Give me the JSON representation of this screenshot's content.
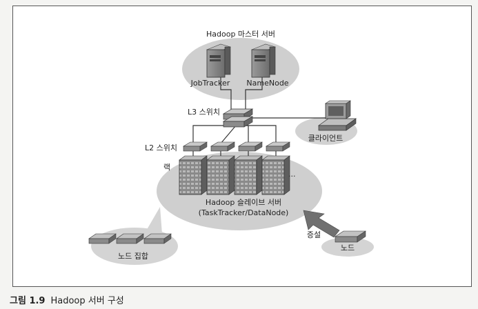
{
  "diagram": {
    "master_label": "Hadoop 마스터 서버",
    "jobtracker_label": "JobTracker",
    "namenode_label": "NameNode",
    "l3_label": "L3 스위치",
    "client_label": "클라이언트",
    "l2_label": "L2 스위치",
    "rack_label": "랙",
    "ellipsis": "...",
    "slave_label_line1": "Hadoop 슬레이브 서버",
    "slave_label_line2": "(TaskTracker/DataNode)",
    "node_set_label": "노드 집합",
    "scale_label": "증설",
    "node_label": "노드"
  },
  "caption": {
    "number": "그림 1.9",
    "title": "Hadoop 서버 구성"
  }
}
